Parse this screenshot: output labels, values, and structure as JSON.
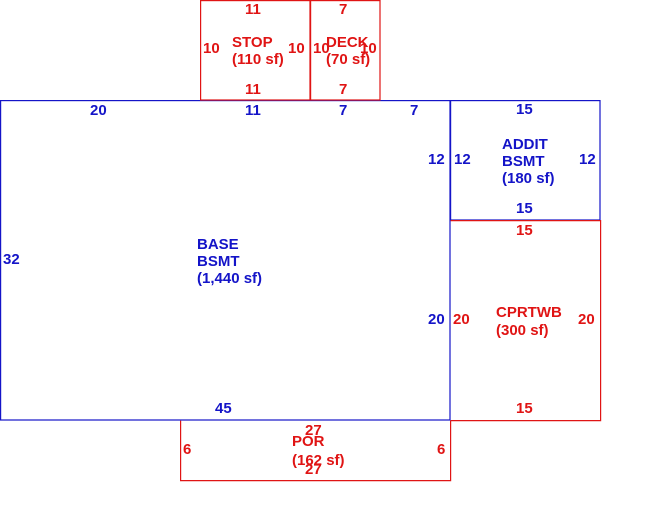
{
  "colors": {
    "base": "#1414c8",
    "addition": "#e01414"
  },
  "areas": {
    "base": {
      "name_1": "BASE",
      "name_2": "BSMT",
      "area": "(1,440 sf)",
      "top_a": "20",
      "top_b": "11",
      "top_c": "7",
      "top_d": "7",
      "left": "32",
      "right": "12",
      "right_lower": "20",
      "bottom": "45"
    },
    "addit": {
      "name_1": "ADDIT",
      "name_2": "BSMT",
      "area": "(180 sf)",
      "top": "15",
      "left": "12",
      "right": "12",
      "bottom": "15"
    },
    "stoop": {
      "name": "STOP",
      "area": "(110 sf)",
      "top": "11",
      "left": "10",
      "right": "10",
      "bottom": "11"
    },
    "deck": {
      "name": "DECK",
      "area": "(70 sf)",
      "top": "7",
      "left": "10",
      "right": "10",
      "bottom": "7"
    },
    "cprtwb": {
      "name": "CPRTWB",
      "area": "(300 sf)",
      "top": "15",
      "left": "20",
      "right": "20",
      "bottom": "15"
    },
    "por": {
      "name": "POR",
      "area": "(162 sf)",
      "top": "27",
      "left": "6",
      "right": "6",
      "bottom": "27"
    }
  }
}
